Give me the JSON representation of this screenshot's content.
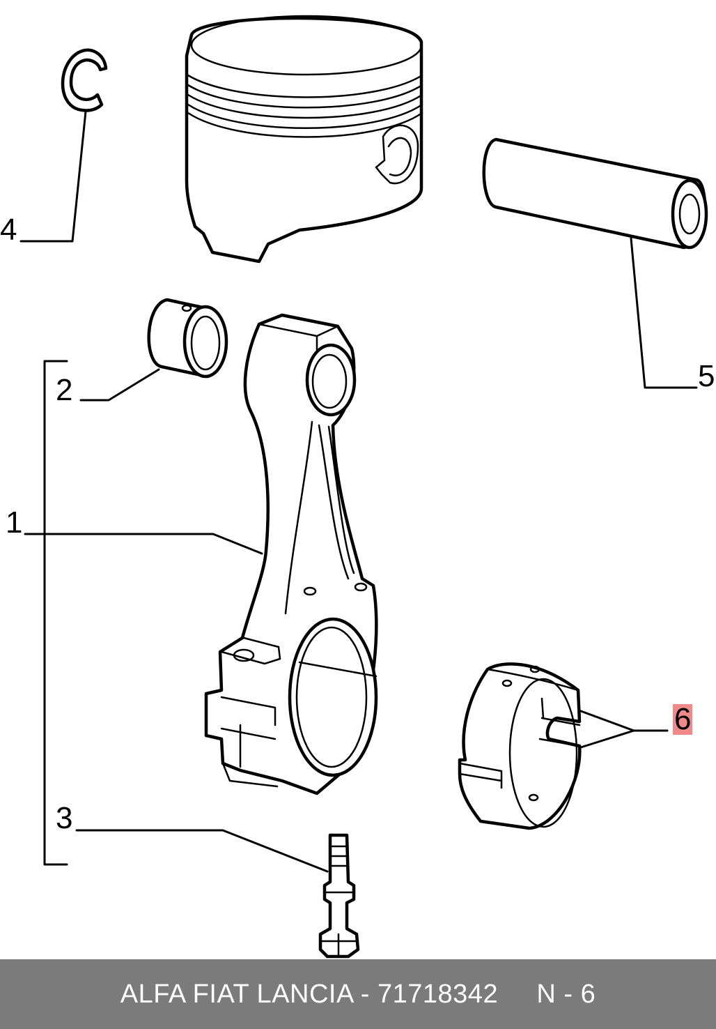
{
  "callouts": {
    "c1": "1",
    "c2": "2",
    "c3": "3",
    "c4": "4",
    "c5": "5",
    "c6": "6"
  },
  "highlight_color": "#f08a8a",
  "footer": {
    "text": "ALFA FIAT LANCIA - 71718342     N - 6",
    "background": "#7b7b7b",
    "color": "#ffffff"
  }
}
